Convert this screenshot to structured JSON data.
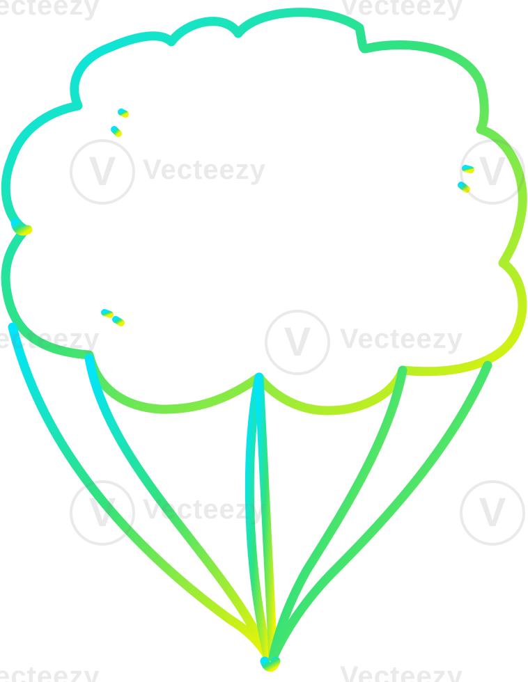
{
  "illustration": {
    "subject": "cartoon cloud with streaming ribbons",
    "style": "single-stroke line art",
    "gradient": {
      "start": "#00e5ff",
      "mid": "#33e27a",
      "end": "#f0f400"
    },
    "background": "#ffffff"
  },
  "watermark": {
    "brand": "Vecteezy",
    "partial": "ecteezy",
    "glyph": "V",
    "color": "#8c8c8c"
  }
}
